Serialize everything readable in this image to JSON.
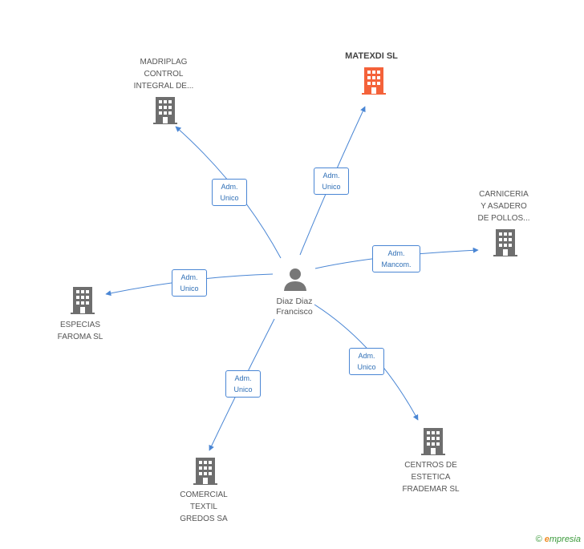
{
  "center": {
    "name": "Diaz Diaz\nFrancisco",
    "icon": "person-icon"
  },
  "companies": [
    {
      "id": "madriplag",
      "label": "MADRIPLAG\nCONTROL\nINTEGRAL DE...",
      "color": "#6e6e6e",
      "highlight": false
    },
    {
      "id": "matexdi",
      "label": "MATEXDI SL",
      "color": "#f4623a",
      "highlight": true
    },
    {
      "id": "carniceria",
      "label": "CARNICERIA\nY ASADERO\nDE POLLOS...",
      "color": "#6e6e6e",
      "highlight": false
    },
    {
      "id": "especias",
      "label": "ESPECIAS\nFAROMA  SL",
      "color": "#6e6e6e",
      "highlight": false
    },
    {
      "id": "comercial",
      "label": "COMERCIAL\nTEXTIL\nGREDOS SA",
      "color": "#6e6e6e",
      "highlight": false
    },
    {
      "id": "centros",
      "label": "CENTROS DE\nESTETICA\nFRADEMAR SL",
      "color": "#6e6e6e",
      "highlight": false
    }
  ],
  "relations": {
    "madriplag": "Adm.\nUnico",
    "matexdi": "Adm.\nUnico",
    "carniceria": "Adm.\nMancom.",
    "especias": "Adm.\nUnico",
    "comercial": "Adm.\nUnico",
    "centros": "Adm.\nUnico"
  },
  "colors": {
    "edge": "#4a86d4",
    "building": "#6e6e6e",
    "highlight": "#f4623a",
    "person": "#777777"
  },
  "footer": {
    "copyright": "©",
    "brand_initial": "e",
    "brand_rest": "mpresia"
  }
}
